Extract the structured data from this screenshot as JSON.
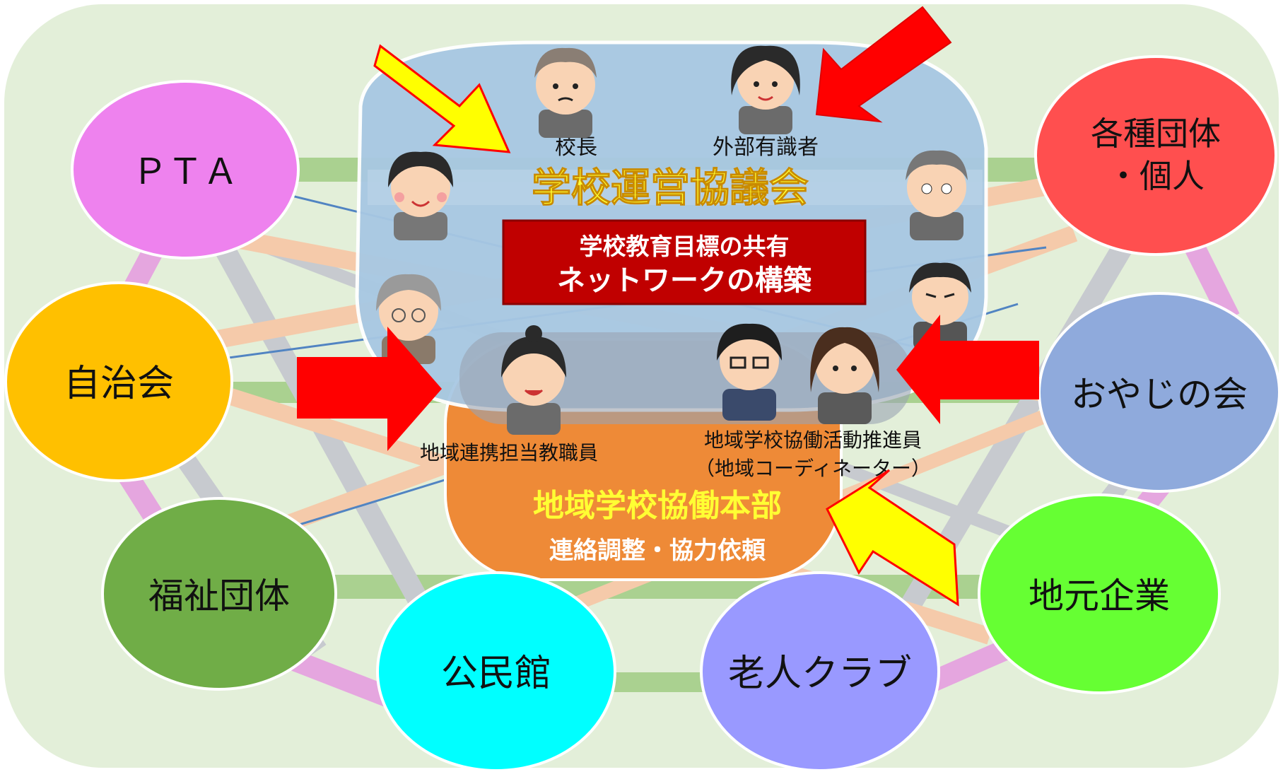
{
  "colors": {
    "background_panel": "#e3efd9",
    "council_blue": "#a8c8e3",
    "headquarters_orange": "#ee8a37",
    "red_banner": "#c00000",
    "title_yellow": "#ffff33",
    "arrow_red": "#ff0000",
    "arrow_yellow": "#ffff00",
    "link_green": "#a8d08d",
    "link_pink": "#e6a3e0",
    "link_gray": "#c6c9cf",
    "link_peach": "#f6c9a8"
  },
  "council": {
    "title": "学校運営協議会",
    "banner_line1": "学校教育目標の共有",
    "banner_line2": "ネットワークの構築",
    "member_principal": "校長",
    "member_expert": "外部有識者"
  },
  "headquarters": {
    "title": "地域学校協働本部",
    "subtitle": "連絡調整・協力依頼",
    "staff_teacher": "地域連携担当教職員",
    "staff_promoter_line1": "地域学校協働活動推進員",
    "staff_promoter_line2": "（地域コーディネーター）"
  },
  "groups": {
    "pta": "ＰＴＡ",
    "jichikai": "自治会",
    "fukushi": "福祉団体",
    "kominkan": "公民館",
    "rojin": "老人クラブ",
    "jimoto": "地元企業",
    "oyaji": "おやじの会",
    "kakushu_line1": "各種団体",
    "kakushu_line2": "・個人"
  },
  "icons": [
    "person-icon",
    "arrow-red",
    "arrow-yellow"
  ]
}
